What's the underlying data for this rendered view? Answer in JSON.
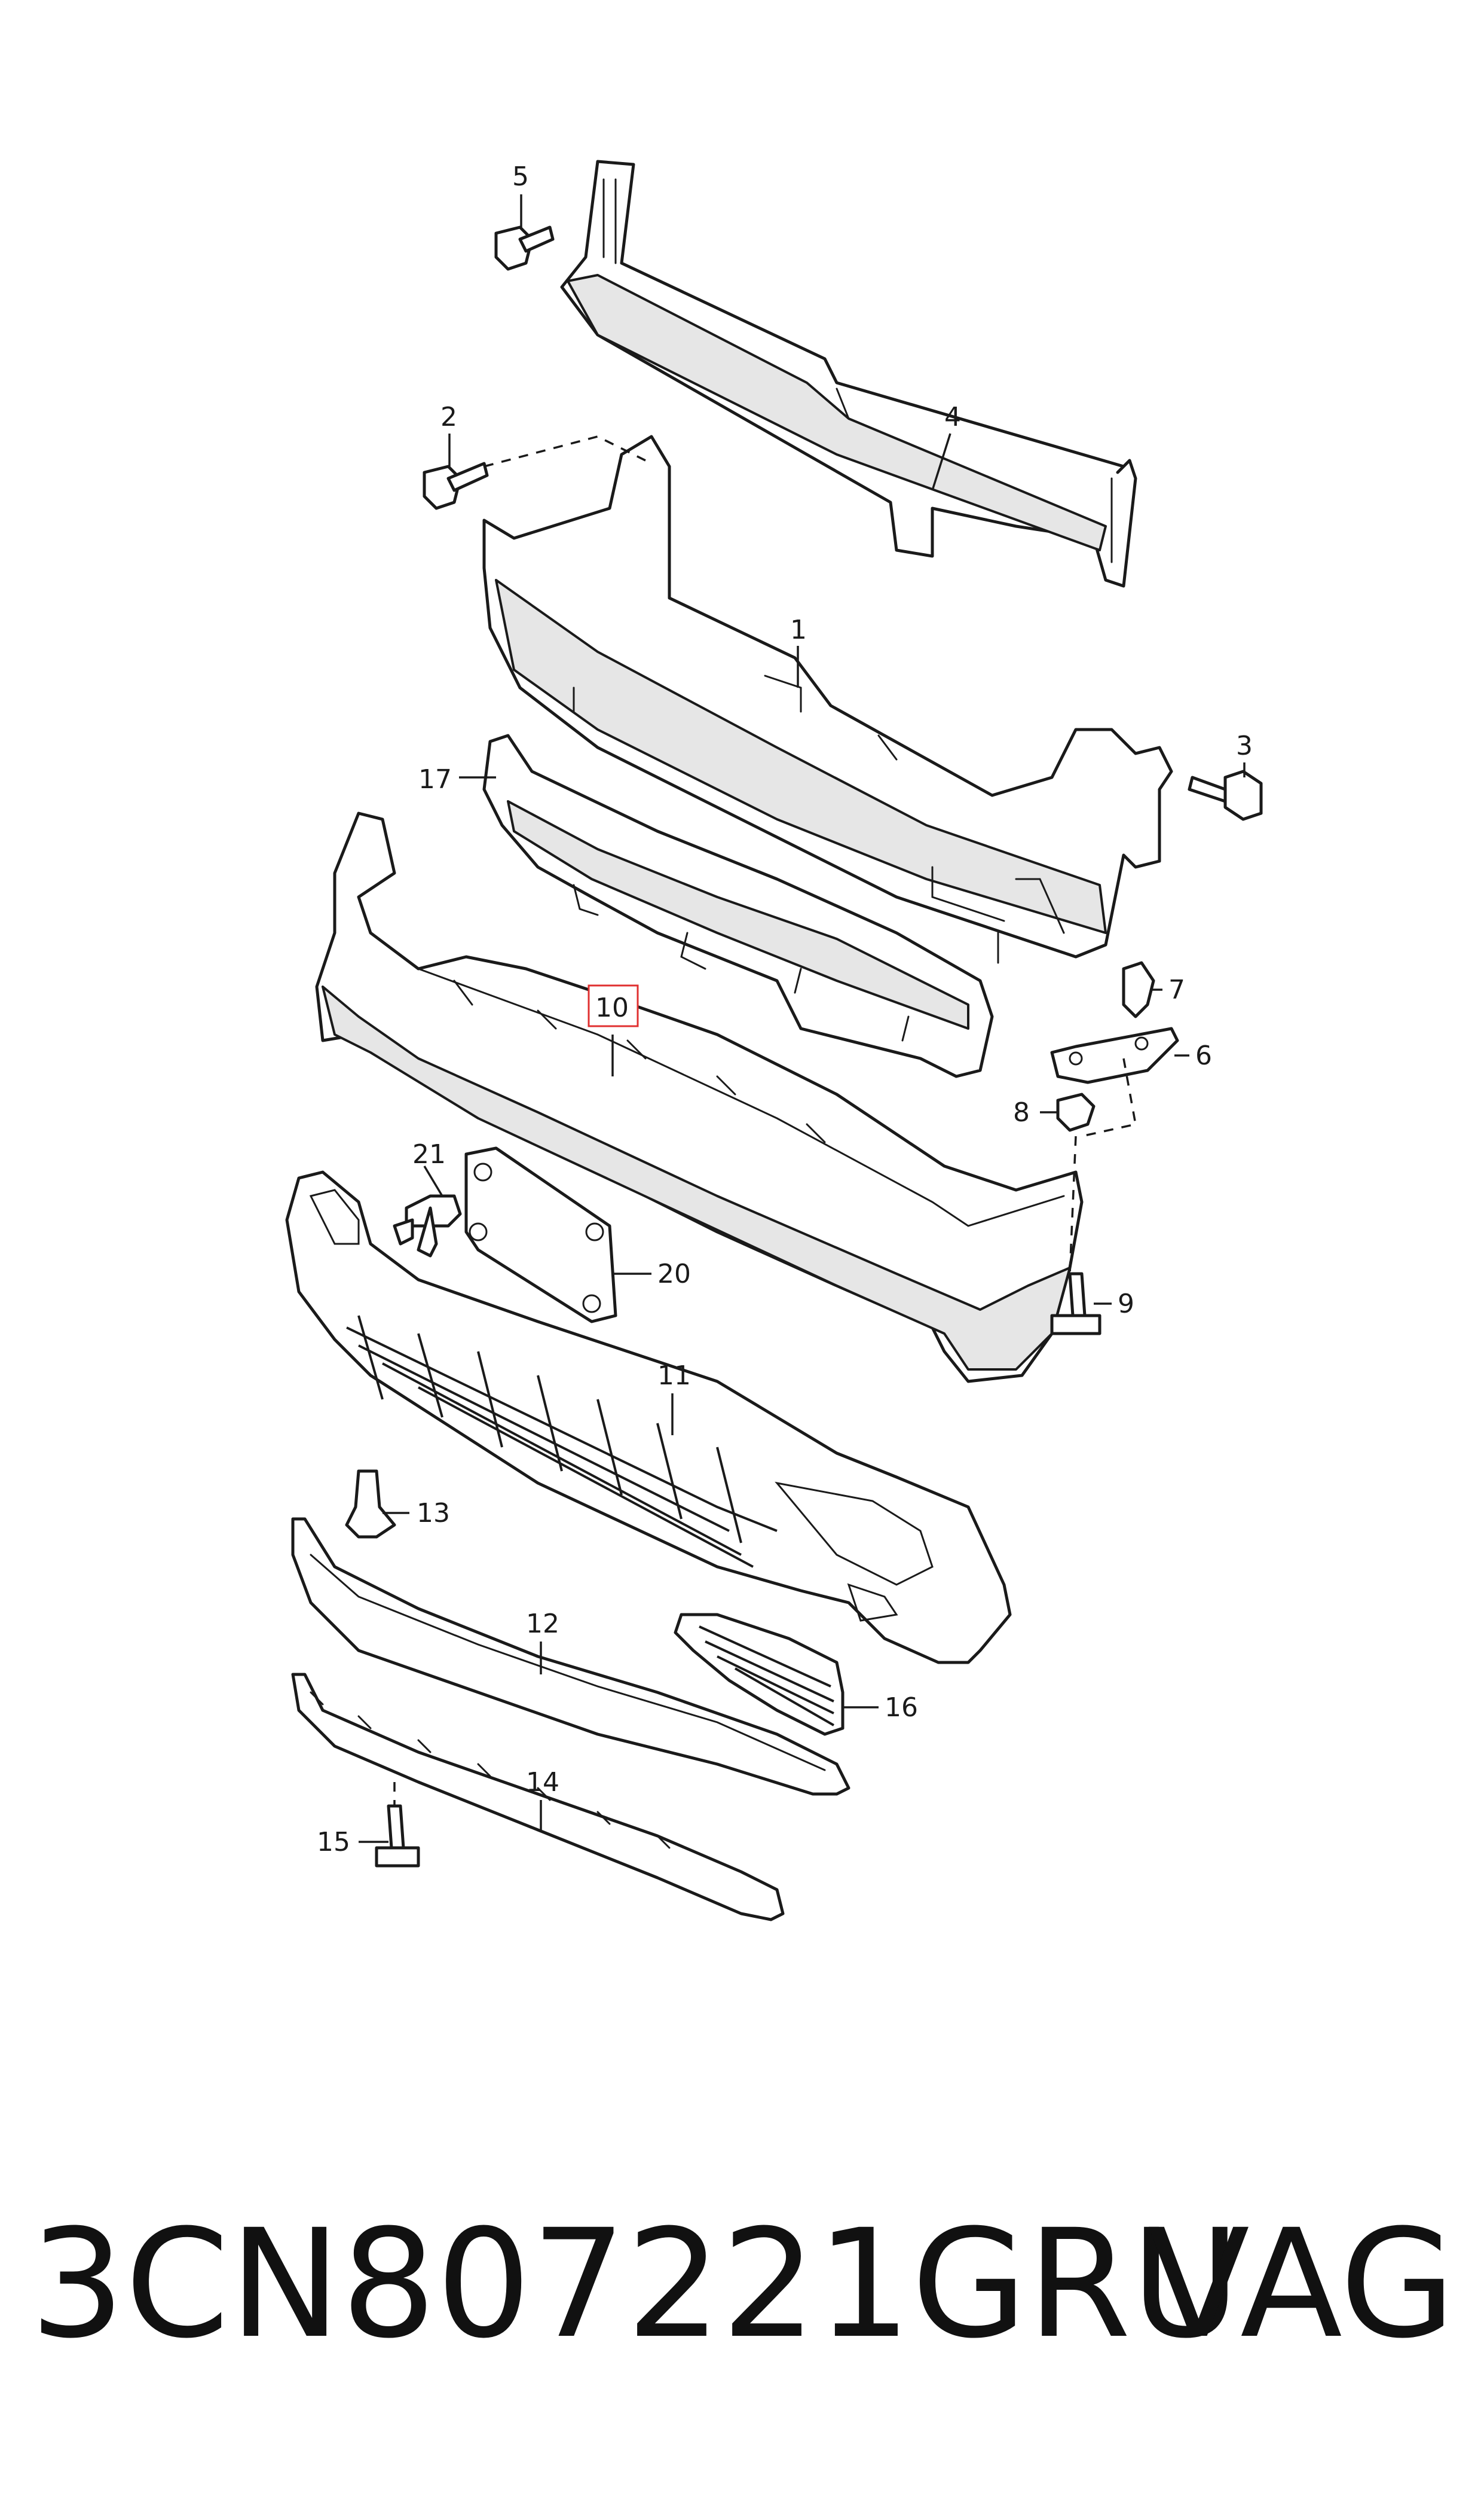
{
  "diagram": {
    "callouts": [
      {
        "id": "1",
        "label": "1"
      },
      {
        "id": "2",
        "label": "2"
      },
      {
        "id": "3",
        "label": "3"
      },
      {
        "id": "4",
        "label": "4"
      },
      {
        "id": "5",
        "label": "5"
      },
      {
        "id": "6",
        "label": "6"
      },
      {
        "id": "7",
        "label": "7"
      },
      {
        "id": "8",
        "label": "8"
      },
      {
        "id": "9",
        "label": "9"
      },
      {
        "id": "10",
        "label": "10",
        "highlighted": true
      },
      {
        "id": "11",
        "label": "11"
      },
      {
        "id": "12",
        "label": "12"
      },
      {
        "id": "13",
        "label": "13"
      },
      {
        "id": "14",
        "label": "14"
      },
      {
        "id": "15",
        "label": "15"
      },
      {
        "id": "16",
        "label": "16"
      },
      {
        "id": "17",
        "label": "17"
      },
      {
        "id": "20",
        "label": "20"
      },
      {
        "id": "21",
        "label": "21"
      }
    ],
    "highlight_color": "#e03030"
  },
  "footer": {
    "part_number": "3CN807221GRU",
    "brand": "VAG"
  }
}
